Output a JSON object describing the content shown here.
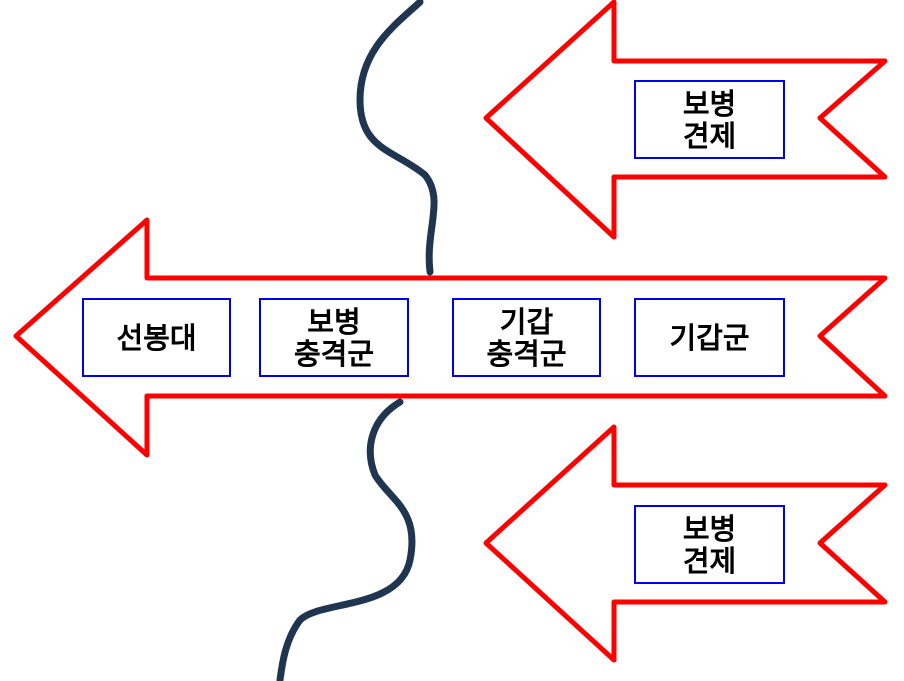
{
  "colors": {
    "arrow": "#ff0000",
    "box_border": "#0000ee",
    "river": "#1f3550"
  },
  "top_arrow": {
    "label": "보병\n견제"
  },
  "main_arrow": {
    "units": [
      "선봉대",
      "보병\n충격군",
      "기갑\n충격군",
      "기갑군"
    ]
  },
  "bottom_arrow": {
    "label": "보병\n견제"
  }
}
